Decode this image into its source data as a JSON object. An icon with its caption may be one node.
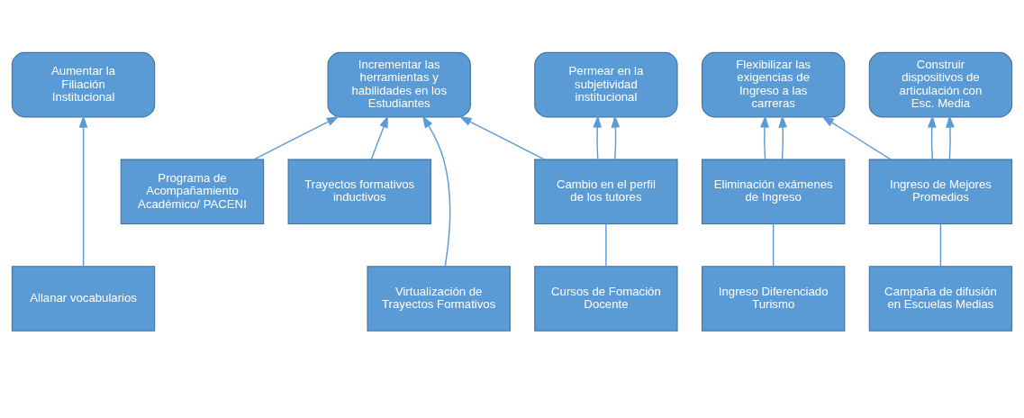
{
  "diagram": {
    "nodes": [
      {
        "text": [
          "Aumentar la Filiación Institucional"
        ]
      },
      {
        "text": [
          "Incrementar las herramientas y habilidades en los Estudiantes"
        ]
      },
      {
        "text": [
          "Permear en la subjetividad institucional"
        ]
      },
      {
        "text": [
          "Flexibilizar las exigencias de Ingreso a las carreras"
        ]
      },
      {
        "text": [
          "Construir dispositivos de articulación con Esc. Media"
        ]
      },
      {
        "text": [
          "Programa de Acompañamiento Académico/ PACENI"
        ]
      },
      {
        "text": [
          "Trayectos formativos inductivos"
        ]
      },
      {
        "text": [
          "Cambio en el perfil de los tutores"
        ]
      },
      {
        "text": [
          "Eliminación exámenes de Ingreso"
        ]
      },
      {
        "text": [
          "Ingreso de Mejores Promedios"
        ]
      },
      {
        "text": [
          "Virtualización de Trayectos Formativos"
        ]
      },
      {
        "text": [
          "Allanar vocabularios"
        ]
      },
      {
        "text": [
          "Cursos de Fomación Docente"
        ]
      },
      {
        "text": [
          "Ingreso Diferenciado Turismo"
        ]
      },
      {
        "text": [
          "Campaña de difusión en Escuelas Medias"
        ]
      }
    ],
    "edges": [
      {
        "from": 5,
        "to": 1,
        "arrow": "to"
      },
      {
        "from": 10,
        "to": 1,
        "arrow": "to"
      },
      {
        "from": 11,
        "to": 0,
        "arrow": "to"
      },
      {
        "from": 6,
        "to": 1,
        "arrow": "to"
      },
      {
        "from": 7,
        "to": 1,
        "arrow": "to"
      },
      {
        "from": 7,
        "to": 2,
        "arrow": "to"
      },
      {
        "from": 7,
        "to": 2,
        "arrow": "to"
      },
      {
        "from": 12,
        "to": 7,
        "arrow": "none"
      },
      {
        "from": 8,
        "to": 3,
        "arrow": "to"
      },
      {
        "from": 8,
        "to": 3,
        "arrow": "to"
      },
      {
        "from": 13,
        "to": 8,
        "arrow": "none"
      },
      {
        "from": 9,
        "to": 3,
        "arrow": "to"
      },
      {
        "from": 9,
        "to": 4,
        "arrow": "to"
      },
      {
        "from": 9,
        "to": 4,
        "arrow": "to"
      },
      {
        "from": 14,
        "to": 9,
        "arrow": "none"
      }
    ]
  }
}
